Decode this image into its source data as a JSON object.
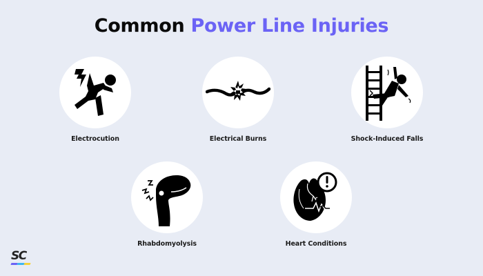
{
  "title": {
    "prefix": "Common",
    "accent": "Power Line Injuries",
    "accent_color": "#6b63f5"
  },
  "items": [
    {
      "label": "Electrocution",
      "icon": "electrocution-falling-person-icon"
    },
    {
      "label": "Electrical Burns",
      "icon": "broken-wire-spark-icon"
    },
    {
      "label": "Shock-Induced Falls",
      "icon": "ladder-fall-icon"
    },
    {
      "label": "Rhabdomyolysis",
      "icon": "knee-muscle-pain-icon"
    },
    {
      "label": "Heart Conditions",
      "icon": "heart-warning-icon"
    }
  ],
  "logo": {
    "text": "SC",
    "bar_colors": [
      "#6b63f5",
      "#3fb6f0",
      "#f5d23a"
    ]
  },
  "colors": {
    "background": "#e8ecf5",
    "circle": "#ffffff",
    "icon": "#000000"
  }
}
